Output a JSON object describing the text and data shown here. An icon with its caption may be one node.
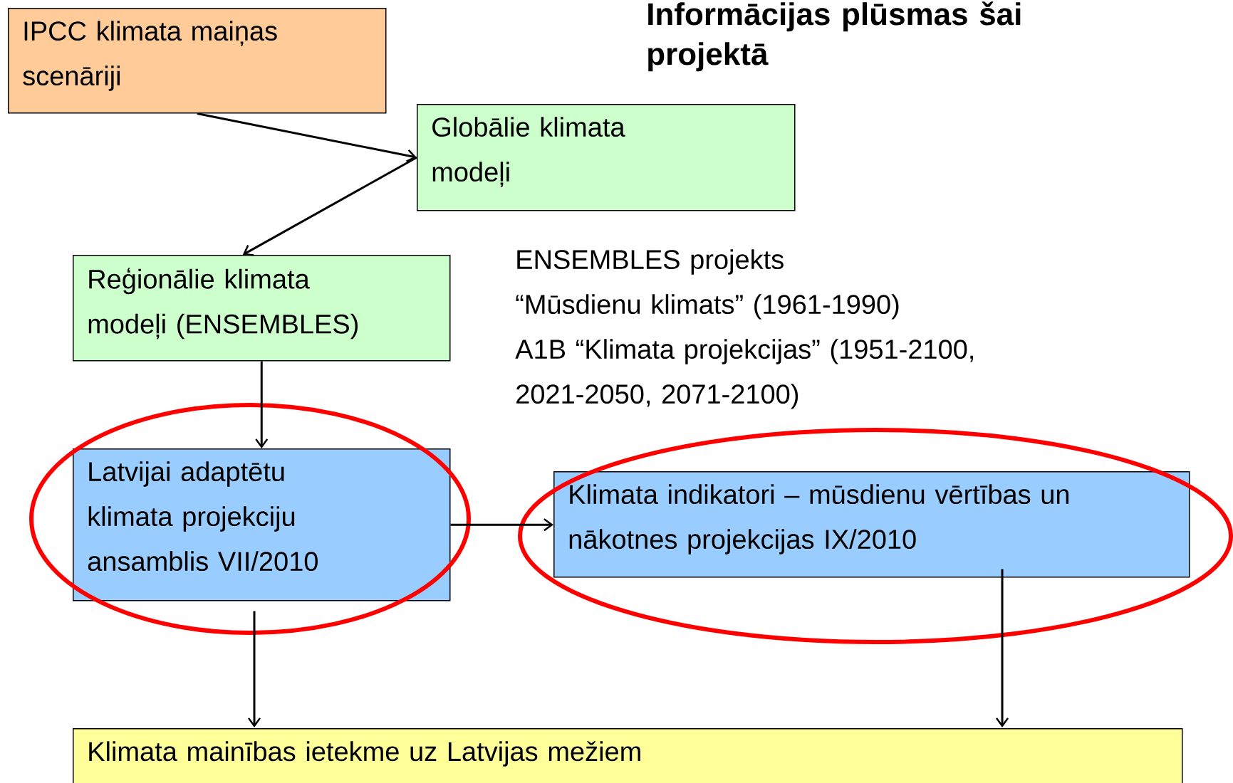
{
  "diagram": {
    "title": "Informācijas plūsmas šai projektā",
    "nodes": [
      {
        "text": [
          "IPCC klimata maiņas scenāriji"
        ]
      },
      {
        "text": [
          "Globālie klimata modeļi"
        ]
      },
      {
        "text": [
          "Reģionālie klimata modeļi (ENSEMBLES)"
        ]
      },
      {
        "text": [
          "Latvijai adaptētu klimata projekciju ansamblis VII/2010"
        ]
      },
      {
        "text": [
          "Klimata indikatori – mūsdienu vērtības un nākotnes projekcijas IX/2010"
        ]
      },
      {
        "text": [
          "Klimata mainības ietekme uz Latvijas mežiem"
        ]
      }
    ],
    "edges": [
      {
        "from": 0,
        "to": 1,
        "arrow": "to"
      },
      {
        "from": 1,
        "to": 2,
        "arrow": "to"
      },
      {
        "from": 2,
        "to": 3,
        "arrow": "to"
      },
      {
        "from": 3,
        "to": 4,
        "arrow": "to"
      },
      {
        "from": 3,
        "to": 5,
        "arrow": "to"
      },
      {
        "from": 4,
        "to": 5,
        "arrow": "to"
      }
    ],
    "labels": [
      "ENSEMBLES projekts",
      "“Mūsdienu klimats” (1961-1990)",
      "A1B “Klimata projekcijas” (1951-2100, 2021-2050, 2071-2100)"
    ]
  }
}
